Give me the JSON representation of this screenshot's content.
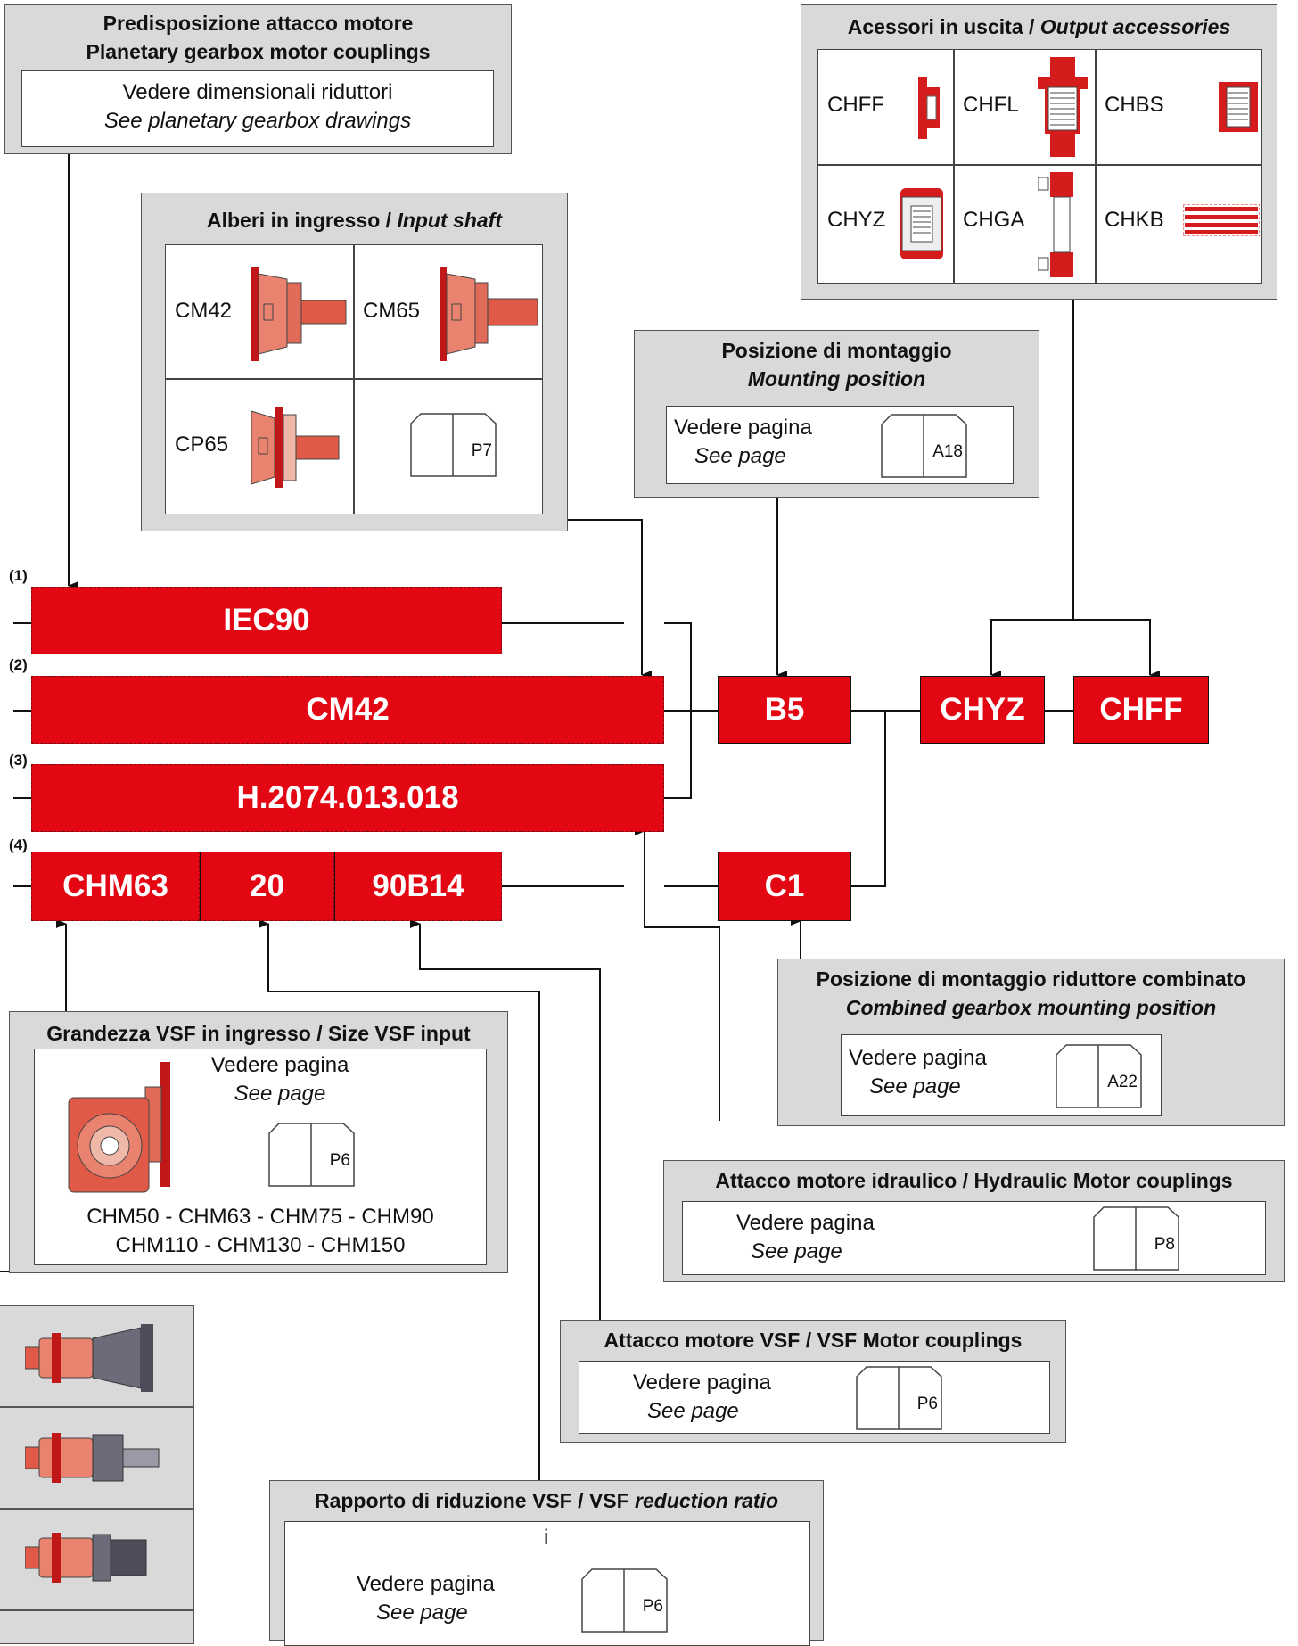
{
  "panels": {
    "planetary": {
      "title1": "Predisposizione attacco motore",
      "title2": "Planetary gearbox motor couplings",
      "text1": "Vedere dimensionali riduttori",
      "text2": "See planetary gearbox drawings"
    },
    "input_shaft": {
      "title_a": "Alberi in ingresso / ",
      "title_b": "Input shaft",
      "items": [
        "CM42",
        "CM65",
        "CP65"
      ],
      "page": "P7"
    },
    "output_accessories": {
      "title_a": "Acessori in uscita / ",
      "title_b": "Output accessories",
      "items": [
        "CHFF",
        "CHFL",
        "CHBS",
        "CHYZ",
        "CHGA",
        "CHKB"
      ]
    },
    "mounting_position": {
      "title1": "Posizione di montaggio",
      "title2": "Mounting position",
      "text1": "Vedere pagina",
      "text2": "See page",
      "page": "A18"
    },
    "combined_mounting": {
      "title1": "Posizione di montaggio riduttore combinato",
      "title2": "Combined gearbox mounting position",
      "text1": "Vedere pagina",
      "text2": "See page",
      "page": "A22"
    },
    "size_vsf": {
      "title": "Grandezza VSF in ingresso / Size VSF input",
      "text1": "Vedere pagina",
      "text2": "See page",
      "page": "P6",
      "sizes1": "CHM50 - CHM63 - CHM75 - CHM90",
      "sizes2": "CHM110 - CHM130 - CHM150"
    },
    "hydraulic": {
      "title": "Attacco motore idraulico / Hydraulic Motor couplings",
      "text1": "Vedere pagina",
      "text2": "See page",
      "page": "P8"
    },
    "vsf_motor": {
      "title": "Attacco motore VSF / VSF Motor couplings",
      "text1": "Vedere pagina",
      "text2": "See page",
      "page": "P6"
    },
    "ratio": {
      "title_a": "Rapporto di riduzione VSF / VSF ",
      "title_b": "reduction ratio",
      "symbol": "i",
      "text1": "Vedere pagina",
      "text2": "See page",
      "page": "P6"
    }
  },
  "code": {
    "row_labels": [
      "(1)",
      "(2)",
      "(3)",
      "(4)"
    ],
    "row1": "IEC90",
    "row2": "CM42",
    "row3": "H.2074.013.018",
    "row4": [
      "CHM63",
      "20",
      "90B14"
    ],
    "b5": "B5",
    "c1": "C1",
    "chyz": "CHYZ",
    "chff": "CHFF"
  },
  "colors": {
    "code_red": "#e30613",
    "panel_gray": "#d9d9d9"
  }
}
